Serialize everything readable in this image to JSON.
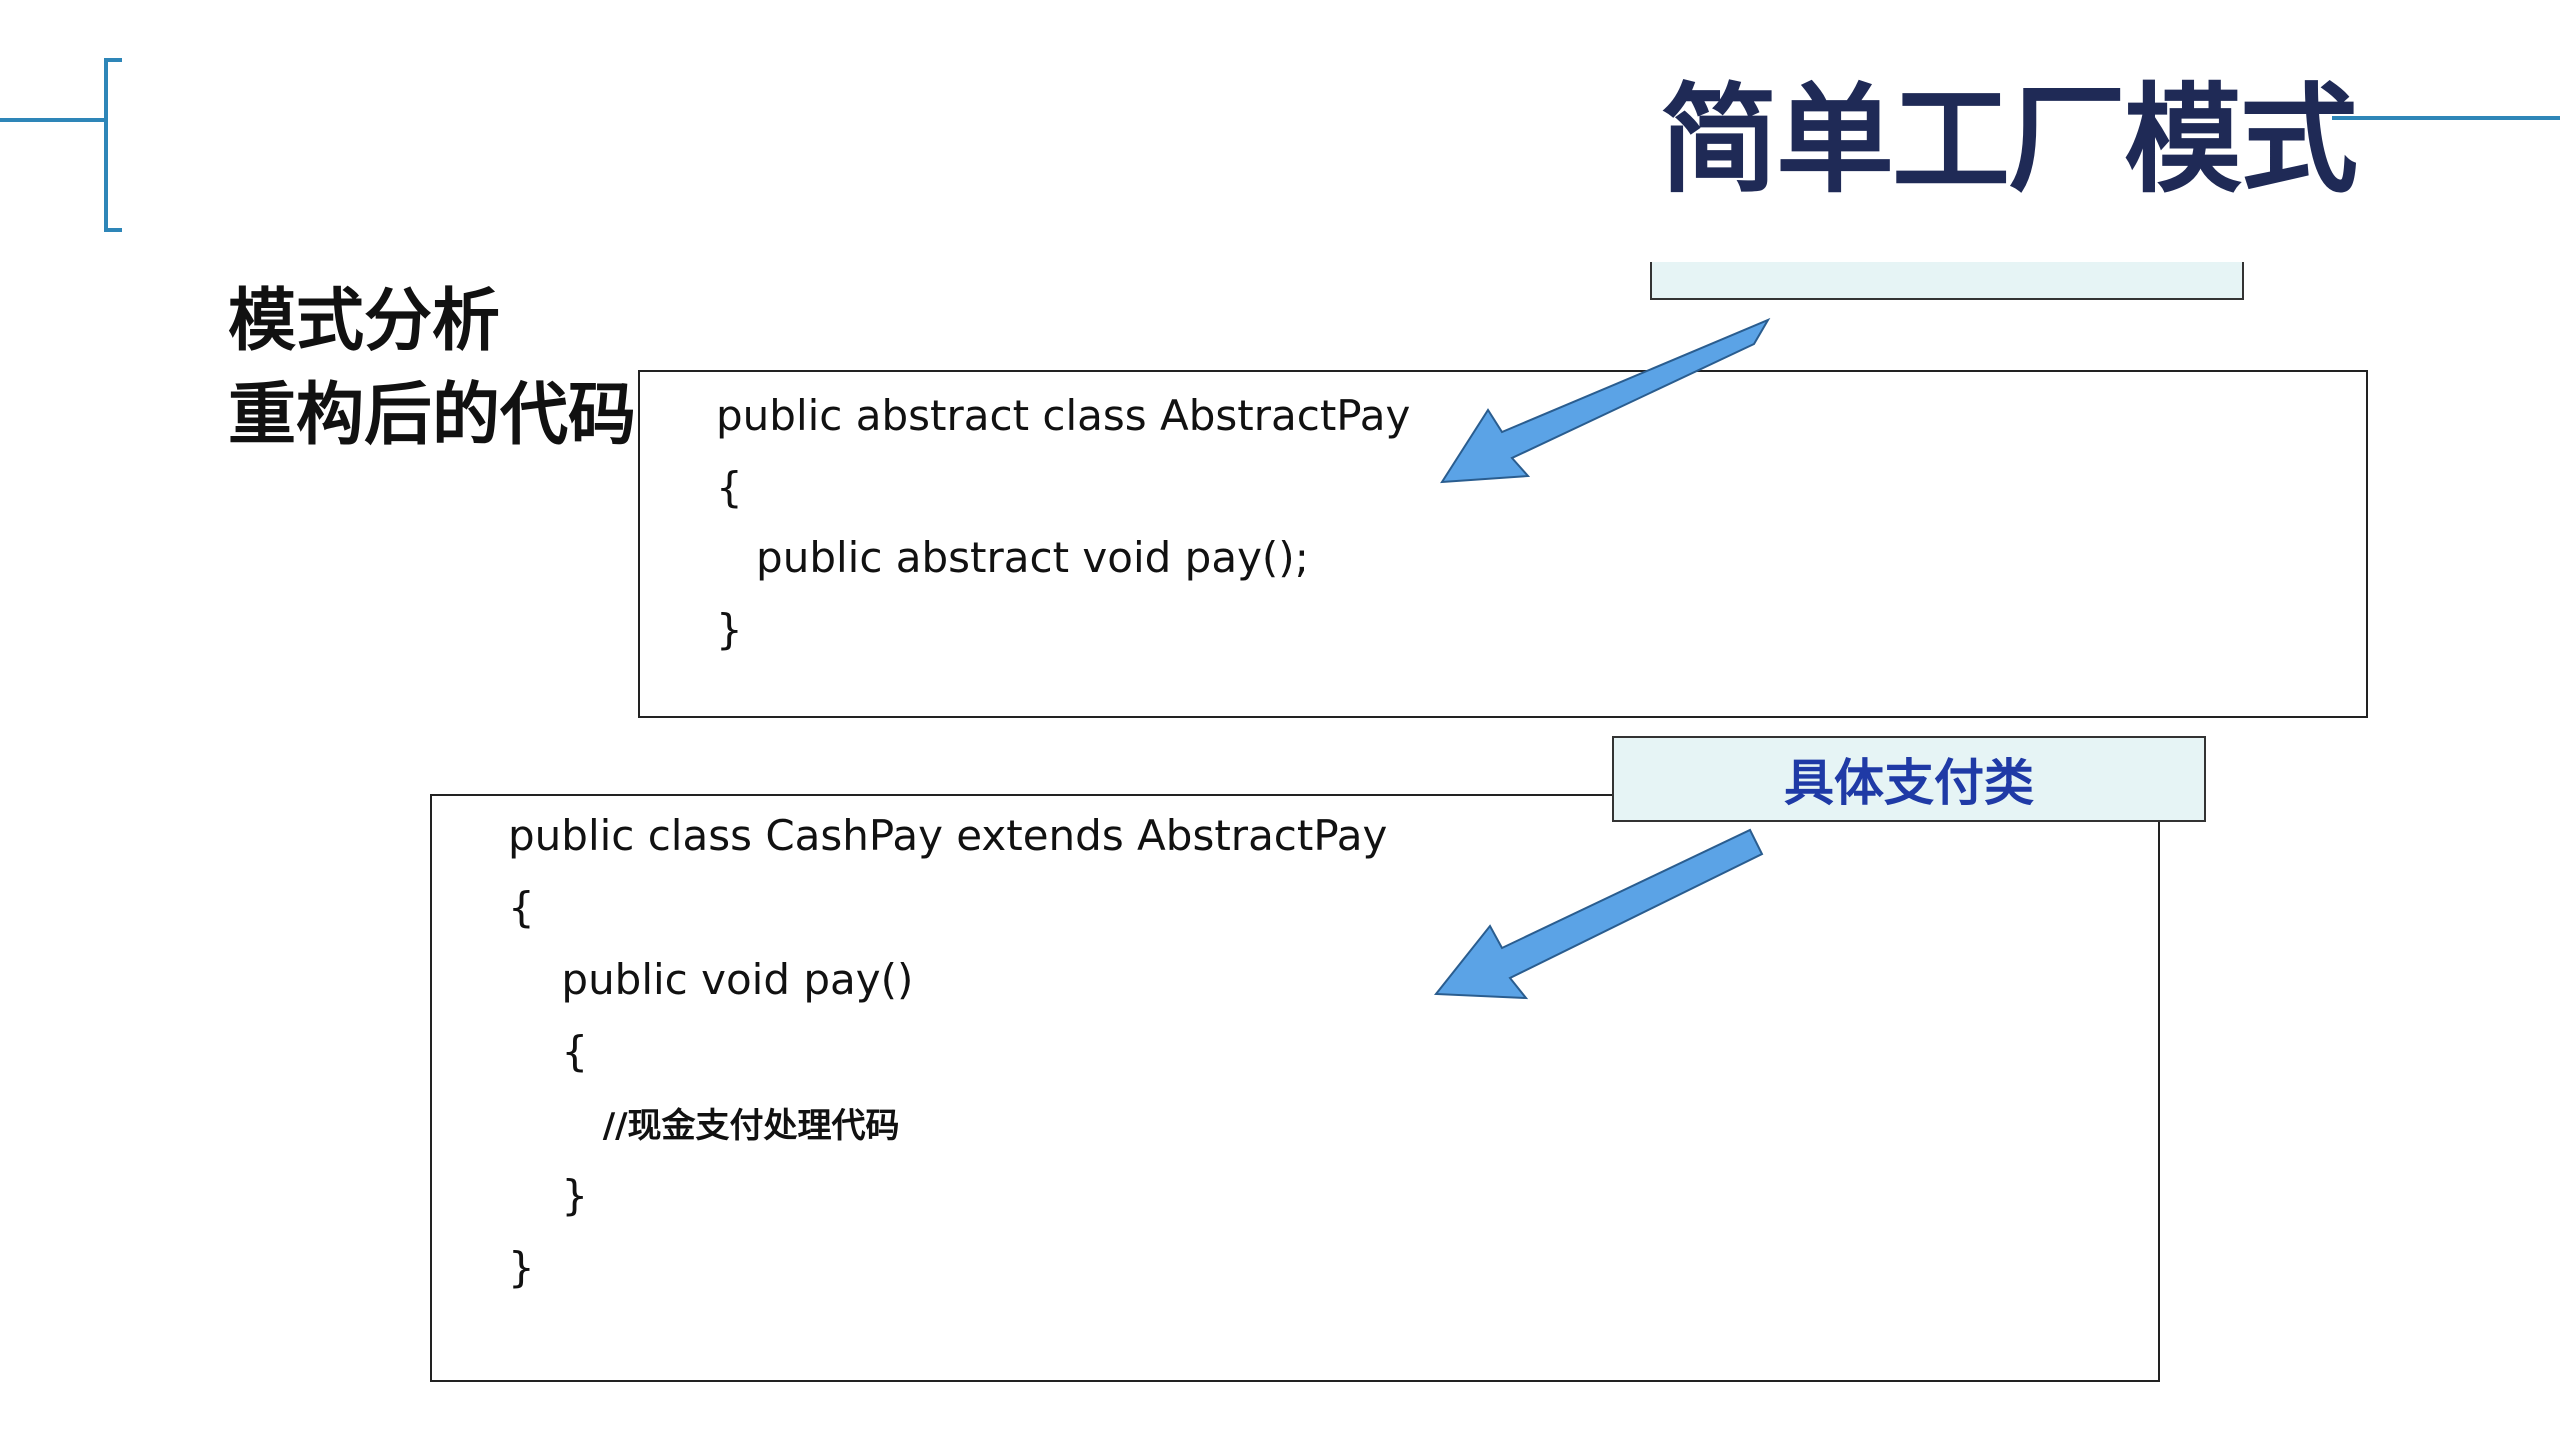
{
  "header": {
    "title": "简单工厂模式"
  },
  "section": {
    "heading_1": "模式分析",
    "heading_2": "重构后的代码："
  },
  "abstract_code": {
    "lines": [
      "public abstract class AbstractPay",
      "{",
      "   public abstract void pay();",
      "}"
    ]
  },
  "concrete_label": "具体支付类",
  "concrete_code": {
    "lines": [
      "public class CashPay extends AbstractPay",
      "{",
      "    public void pay()",
      "    {",
      "        //现金支付处理代码",
      "    }",
      "}"
    ]
  },
  "colors": {
    "title": "#1f2a56",
    "accent_line": "#2e86b8",
    "label_bg": "#e6f4f5",
    "label_text": "#1f3aa6",
    "arrow_fill": "#5ba3e6"
  },
  "icons": [
    "arrow-icon"
  ]
}
